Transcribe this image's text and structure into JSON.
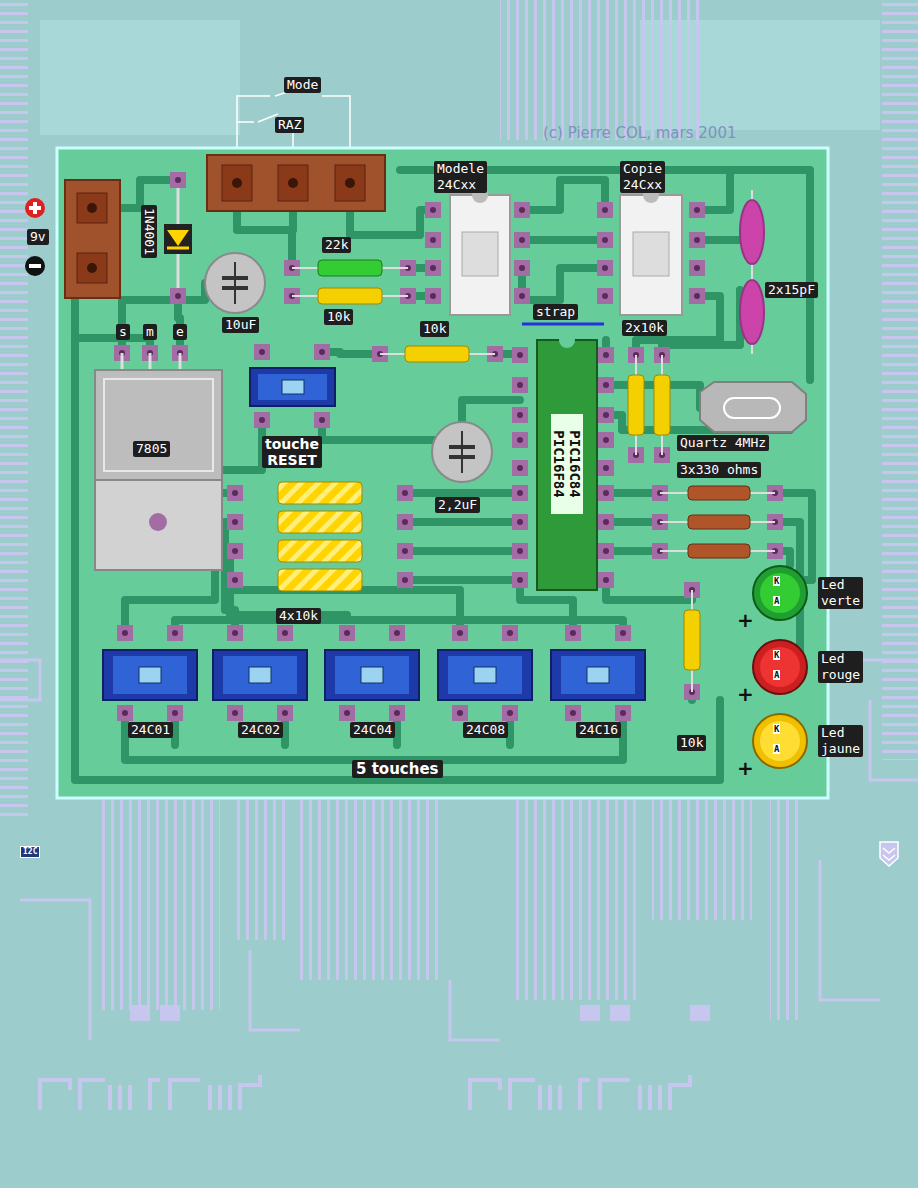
{
  "diagram": {
    "nodes": [
      {
        "text": [
          "Modele 24Cxx"
        ]
      },
      {
        "text": [
          "Copie 24Cxx"
        ]
      },
      {
        "text": [
          "7805"
        ]
      },
      {
        "text": [
          "touche RESET"
        ]
      },
      {
        "text": [
          "PIC16C84 PIC16F84"
        ]
      },
      {
        "text": [
          "Led verte",
          "K",
          "A"
        ]
      },
      {
        "text": [
          "Led rouge",
          "K",
          "A"
        ]
      },
      {
        "text": [
          "Led jaune",
          "K",
          "A"
        ]
      },
      {
        "text": [
          "24C01"
        ]
      },
      {
        "text": [
          "24C02"
        ]
      },
      {
        "text": [
          "24C04"
        ]
      },
      {
        "text": [
          "24C08"
        ]
      },
      {
        "text": [
          "24C16"
        ]
      }
    ],
    "labels": [
      "Mode",
      "RAZ",
      "(c) Pierre COL, mars 2001",
      "9v",
      "1N4001",
      "22k",
      "10uF",
      "10k",
      "s",
      "m",
      "e",
      "10k",
      "strap",
      "2x10k",
      "2x15pF",
      "2,2uF",
      "Quartz 4MHz",
      "3x330 ohms",
      "4x10k",
      "+",
      "+",
      "+",
      "10k",
      "5 touches",
      "I2C"
    ]
  }
}
